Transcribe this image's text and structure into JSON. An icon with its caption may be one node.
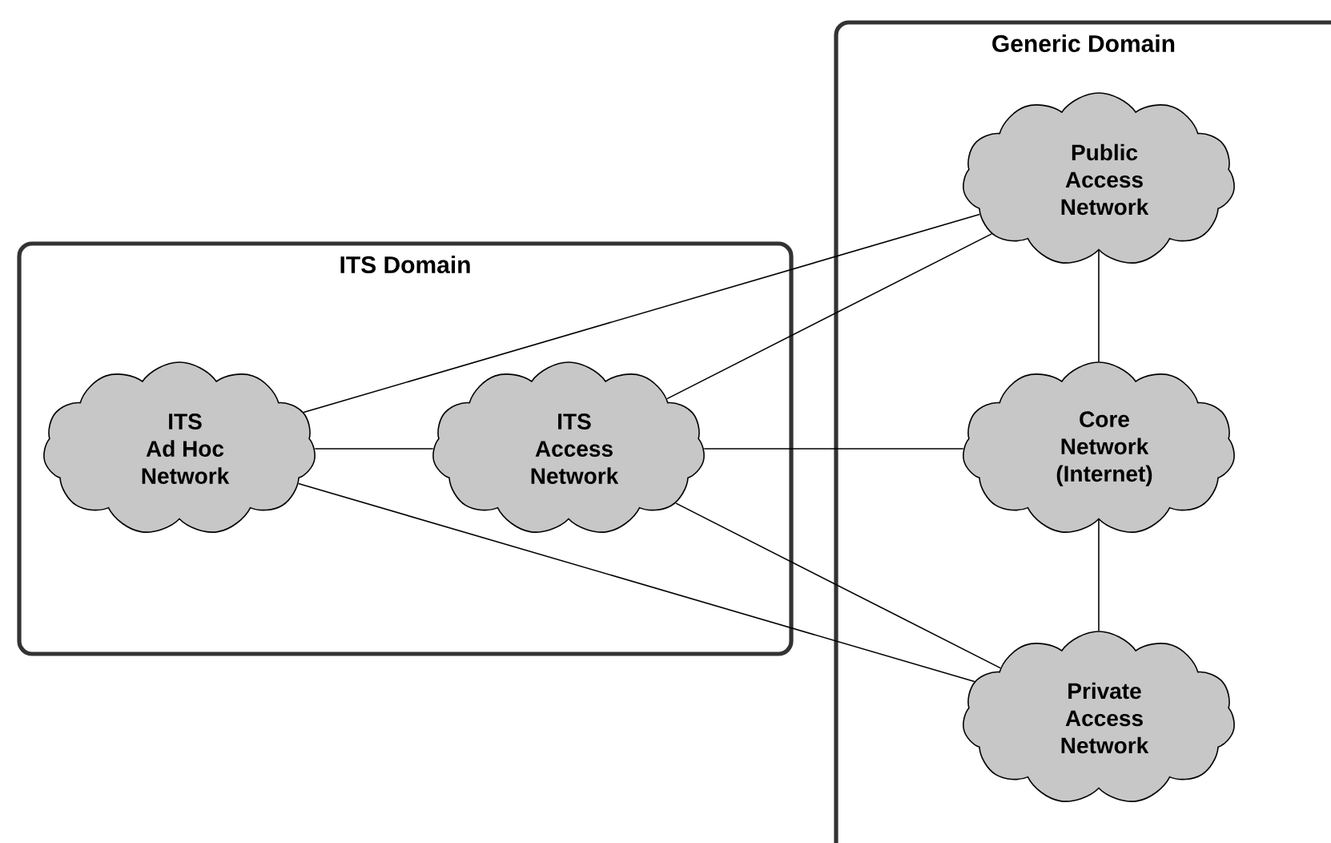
{
  "diagram": {
    "nodes": [
      {
        "text": [
          "ITS Domain"
        ]
      },
      {
        "text": [
          "Generic Domain"
        ]
      },
      {
        "text": [
          "ITS Ad Hoc Network"
        ],
        "in": 0
      },
      {
        "text": [
          "ITS Access Network"
        ],
        "in": 0
      },
      {
        "text": [
          "Public Access Network"
        ],
        "in": 1
      },
      {
        "text": [
          "Core Network (Internet)"
        ],
        "in": 1
      },
      {
        "text": [
          "Private Access Network"
        ],
        "in": 1
      }
    ],
    "edges": [
      {
        "from": 2,
        "to": 3,
        "arrow": "none"
      },
      {
        "from": 2,
        "to": 4,
        "arrow": "none"
      },
      {
        "from": 2,
        "to": 6,
        "arrow": "none"
      },
      {
        "from": 3,
        "to": 4,
        "arrow": "none"
      },
      {
        "from": 3,
        "to": 5,
        "arrow": "none"
      },
      {
        "from": 3,
        "to": 6,
        "arrow": "none"
      },
      {
        "from": 4,
        "to": 5,
        "arrow": "none"
      },
      {
        "from": 5,
        "to": 6,
        "arrow": "none"
      }
    ]
  }
}
